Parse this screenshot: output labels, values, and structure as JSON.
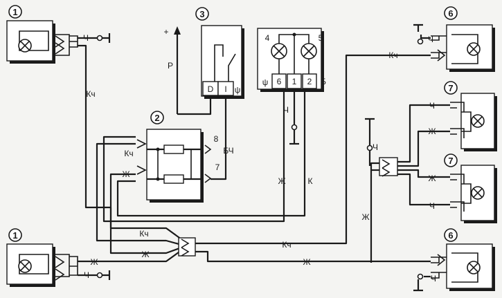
{
  "components": {
    "lamp1_top": "1",
    "lamp1_bottom": "1",
    "relay": "2",
    "switch": "3",
    "lamp6_top": "6",
    "lamp6_bottom": "6",
    "lamp7_top": "7",
    "lamp7_bottom": "7",
    "indicator4": "4",
    "indicator5": "5"
  },
  "relay_pins": {
    "pin8": "8",
    "pin7": "7"
  },
  "switch_pins": {
    "d": "D",
    "i": "I",
    "sym": "ψ"
  },
  "indicator_pins": {
    "sym": "ψ",
    "p6": "6",
    "p1": "1",
    "p2": "2",
    "b": "Б"
  },
  "supply": {
    "plus": "+",
    "p": "Р"
  },
  "wire_labels": {
    "kch": "Кч",
    "ch": "Ч",
    "zh": "Ж",
    "k": "К",
    "bch": "БЧ"
  },
  "colors": {
    "line": "#1a1a1a",
    "background": "#f4f4f2"
  }
}
